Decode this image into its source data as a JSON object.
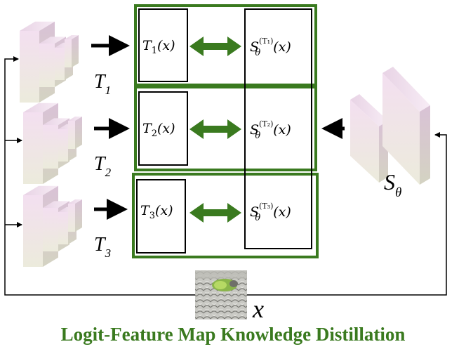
{
  "teachers": [
    {
      "name": "T",
      "sub": "1",
      "arg": "(x)",
      "student_name": "S",
      "student_sub": "θ",
      "student_sup": "(T₁)",
      "student_arg": "(x)"
    },
    {
      "name": "T",
      "sub": "2",
      "arg": "(x)",
      "student_name": "S",
      "student_sub": "θ",
      "student_sup": "(T₂)",
      "student_arg": "(x)"
    },
    {
      "name": "T",
      "sub": "3",
      "arg": "(x)",
      "student_name": "S",
      "student_sub": "θ",
      "student_sup": "(T₃)",
      "student_arg": "(x)"
    }
  ],
  "student_label": {
    "name": "S",
    "sub": "θ"
  },
  "input_label": "x",
  "caption": "Logit-Feature Map Knowledge Distillation",
  "colors": {
    "green": "#3a7a1f",
    "block_top": "#f4e2f0",
    "block_bottom": "#eeeede"
  }
}
